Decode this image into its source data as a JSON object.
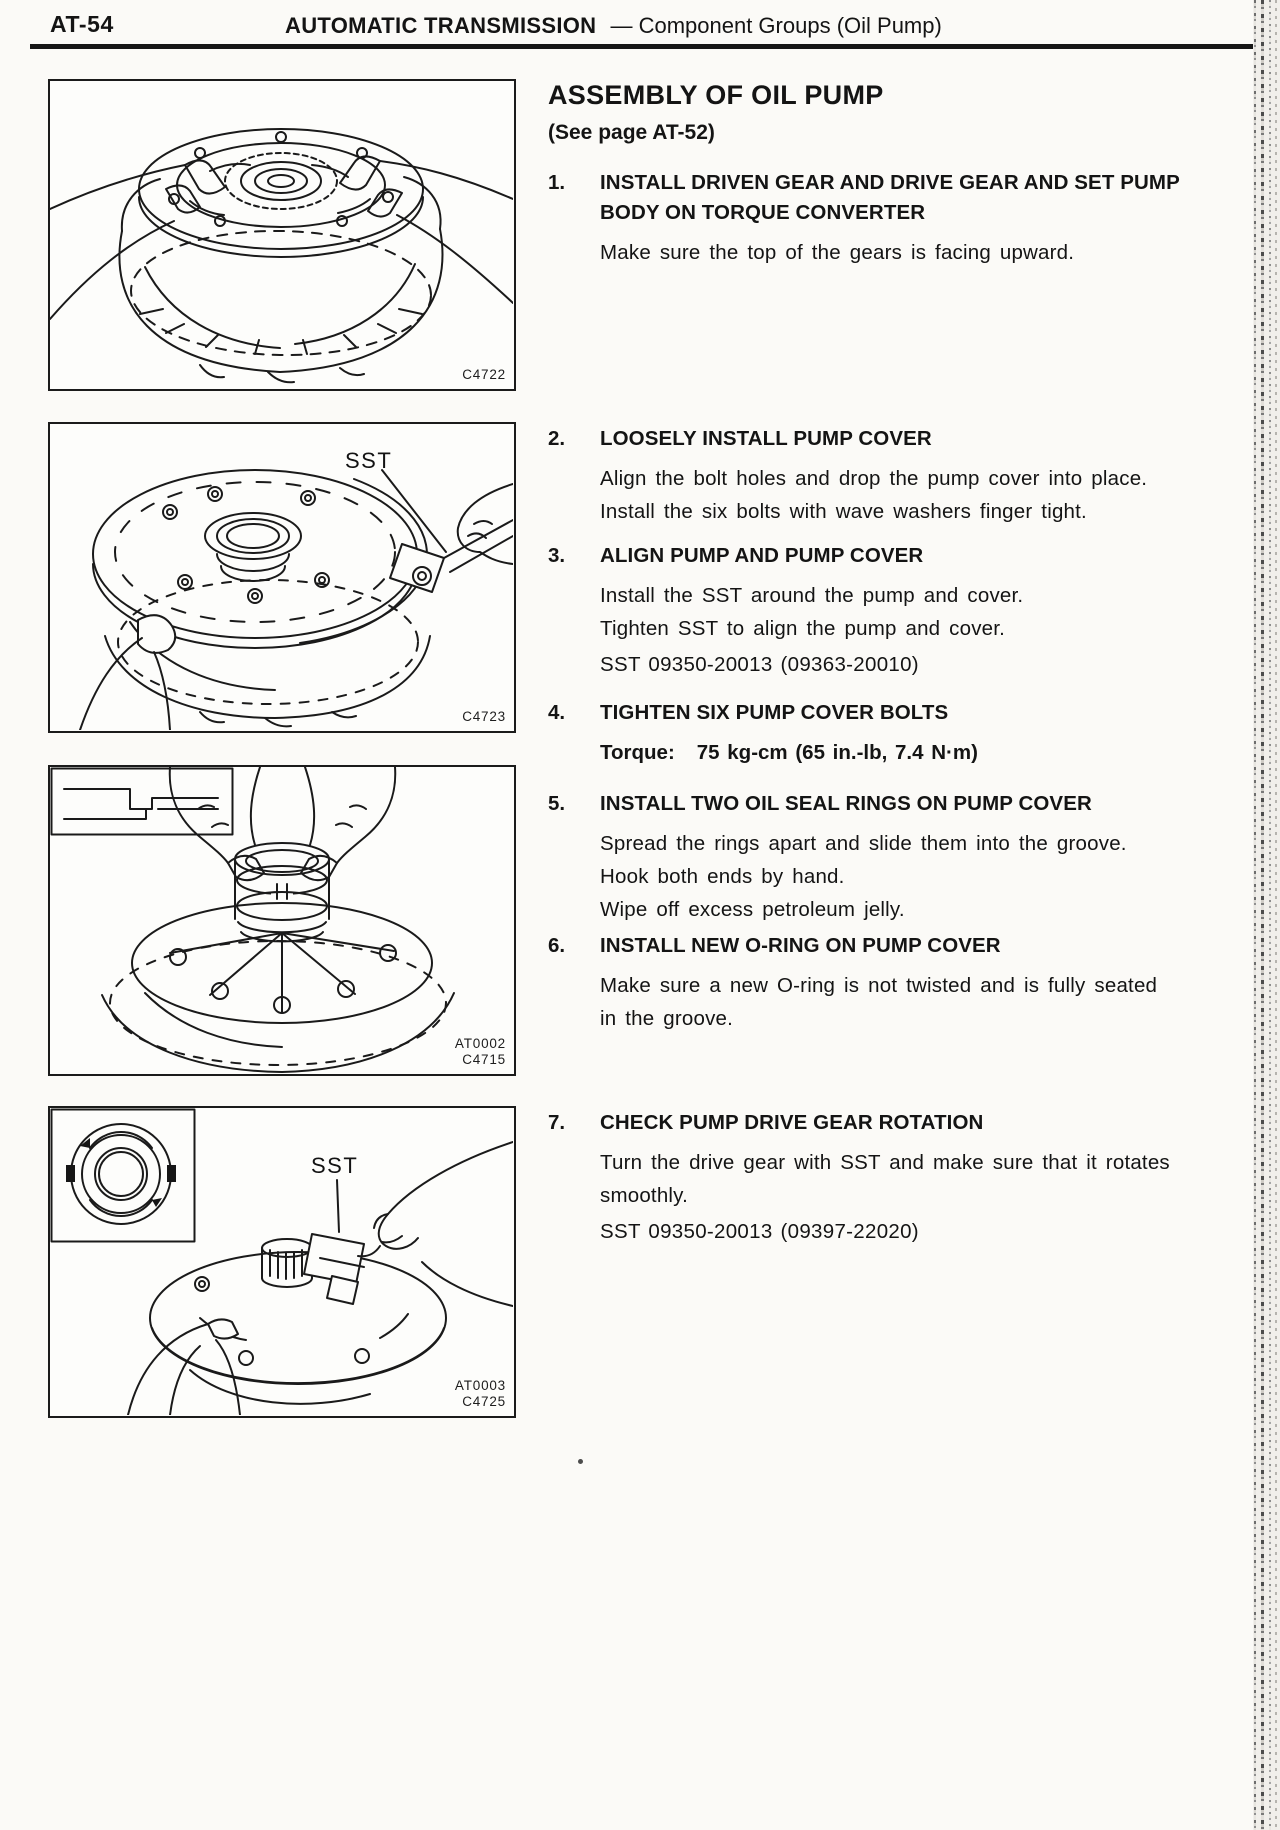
{
  "page": {
    "number": "AT-54",
    "section_bold": "AUTOMATIC TRANSMISSION",
    "section_rest": "— Component Groups (Oil Pump)"
  },
  "title": "ASSEMBLY OF OIL PUMP",
  "subtitle": "(See page AT-52)",
  "steps": [
    {
      "num": "1.",
      "heading_lines": [
        "INSTALL DRIVEN GEAR AND DRIVE GEAR AND SET PUMP",
        "BODY ON TORQUE CONVERTER"
      ],
      "lines": [
        "Make sure the top of the gears is facing upward."
      ]
    },
    {
      "num": "2.",
      "heading_lines": [
        "LOOSELY INSTALL PUMP COVER"
      ],
      "lines": [
        "Align the bolt holes and drop the pump cover into place.",
        "Install the six bolts with wave washers finger tight."
      ]
    },
    {
      "num": "3.",
      "heading_lines": [
        "ALIGN PUMP AND PUMP COVER"
      ],
      "lines": [
        "Install the SST around the pump and cover.",
        "Tighten SST to align the pump and cover."
      ],
      "sst": "SST 09350-20013 (09363-20010)"
    },
    {
      "num": "4.",
      "heading_lines": [
        "TIGHTEN SIX PUMP COVER BOLTS"
      ],
      "torque_label": "Torque:",
      "torque_value": "75 kg-cm (65 in.-lb, 7.4 N·m)"
    },
    {
      "num": "5.",
      "heading_lines": [
        "INSTALL TWO OIL SEAL RINGS ON PUMP COVER"
      ],
      "lines": [
        "Spread the rings apart and slide them into the groove.",
        "Hook both ends by hand.",
        "Wipe off excess petroleum jelly."
      ]
    },
    {
      "num": "6.",
      "heading_lines": [
        "INSTALL NEW O-RING ON PUMP COVER"
      ],
      "lines": [
        "Make sure a new O-ring is not twisted and is fully seated",
        "in the groove."
      ]
    },
    {
      "num": "7.",
      "heading_lines": [
        "CHECK PUMP DRIVE GEAR ROTATION"
      ],
      "lines": [
        "Turn the drive gear with SST and make sure that it rotates",
        "smoothly."
      ],
      "sst": "SST 09350-20013 (09397-22020)"
    }
  ],
  "figures": [
    {
      "codes": [
        "C4722"
      ]
    },
    {
      "label": "SST",
      "codes": [
        "C4723"
      ]
    },
    {
      "codes": [
        "AT0002",
        "C4715"
      ]
    },
    {
      "label": "SST",
      "codes": [
        "AT0003",
        "C4725"
      ]
    }
  ]
}
